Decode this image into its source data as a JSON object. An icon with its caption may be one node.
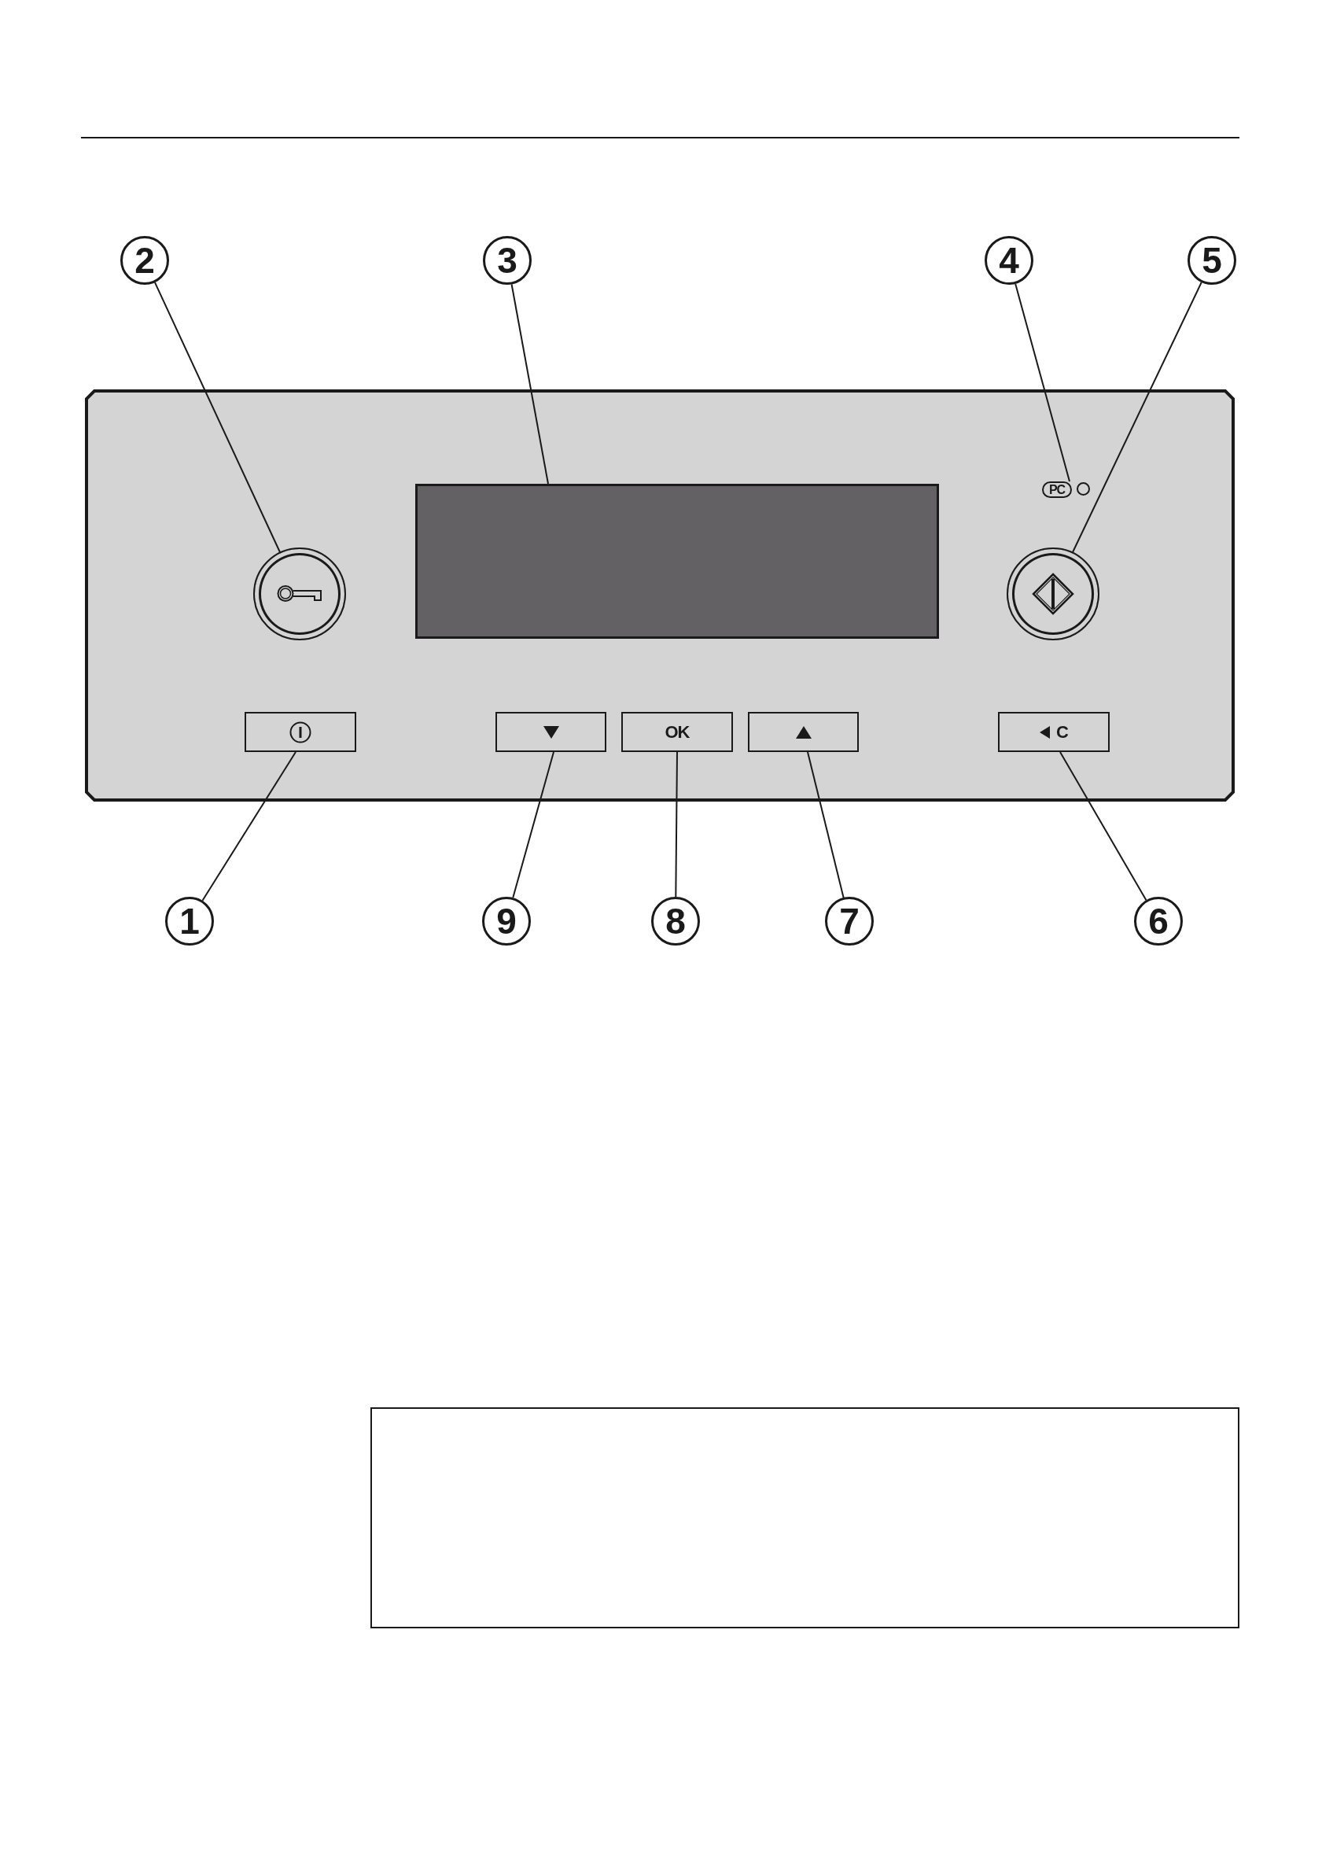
{
  "diagram": {
    "nodes": [
      {
        "text": [
          "2"
        ]
      },
      {
        "text": [
          "3"
        ]
      },
      {
        "text": [
          "4"
        ]
      },
      {
        "text": [
          "5"
        ]
      },
      {
        "text": [],
        "shape": "box"
      },
      {
        "text": [],
        "shape": "box",
        "in": 4
      },
      {
        "text": [
          "PC"
        ],
        "in": 4
      },
      {
        "text": [],
        "shape": "circle",
        "in": 4
      },
      {
        "text": [],
        "shape": "circle",
        "in": 4
      },
      {
        "text": [],
        "shape": "box",
        "in": 4
      },
      {
        "text": [],
        "shape": "box",
        "in": 4
      },
      {
        "text": [
          "OK"
        ],
        "in": 4
      },
      {
        "text": [],
        "shape": "box",
        "in": 4
      },
      {
        "text": [
          "C"
        ],
        "in": 4
      },
      {
        "text": [
          "1"
        ]
      },
      {
        "text": [
          "9"
        ]
      },
      {
        "text": [
          "8"
        ]
      },
      {
        "text": [
          "7"
        ]
      },
      {
        "text": [
          "6"
        ]
      }
    ],
    "edges": [
      {
        "from": 0,
        "to": 7,
        "arrow": "none"
      },
      {
        "from": 1,
        "to": 5,
        "arrow": "none"
      },
      {
        "from": 2,
        "to": 6,
        "arrow": "none"
      },
      {
        "from": 3,
        "to": 8,
        "arrow": "none"
      },
      {
        "from": 14,
        "to": 9,
        "arrow": "none"
      },
      {
        "from": 15,
        "to": 10,
        "arrow": "none"
      },
      {
        "from": 16,
        "to": 11,
        "arrow": "none"
      },
      {
        "from": 17,
        "to": 12,
        "arrow": "none"
      },
      {
        "from": 18,
        "to": 13,
        "arrow": "none"
      }
    ]
  }
}
